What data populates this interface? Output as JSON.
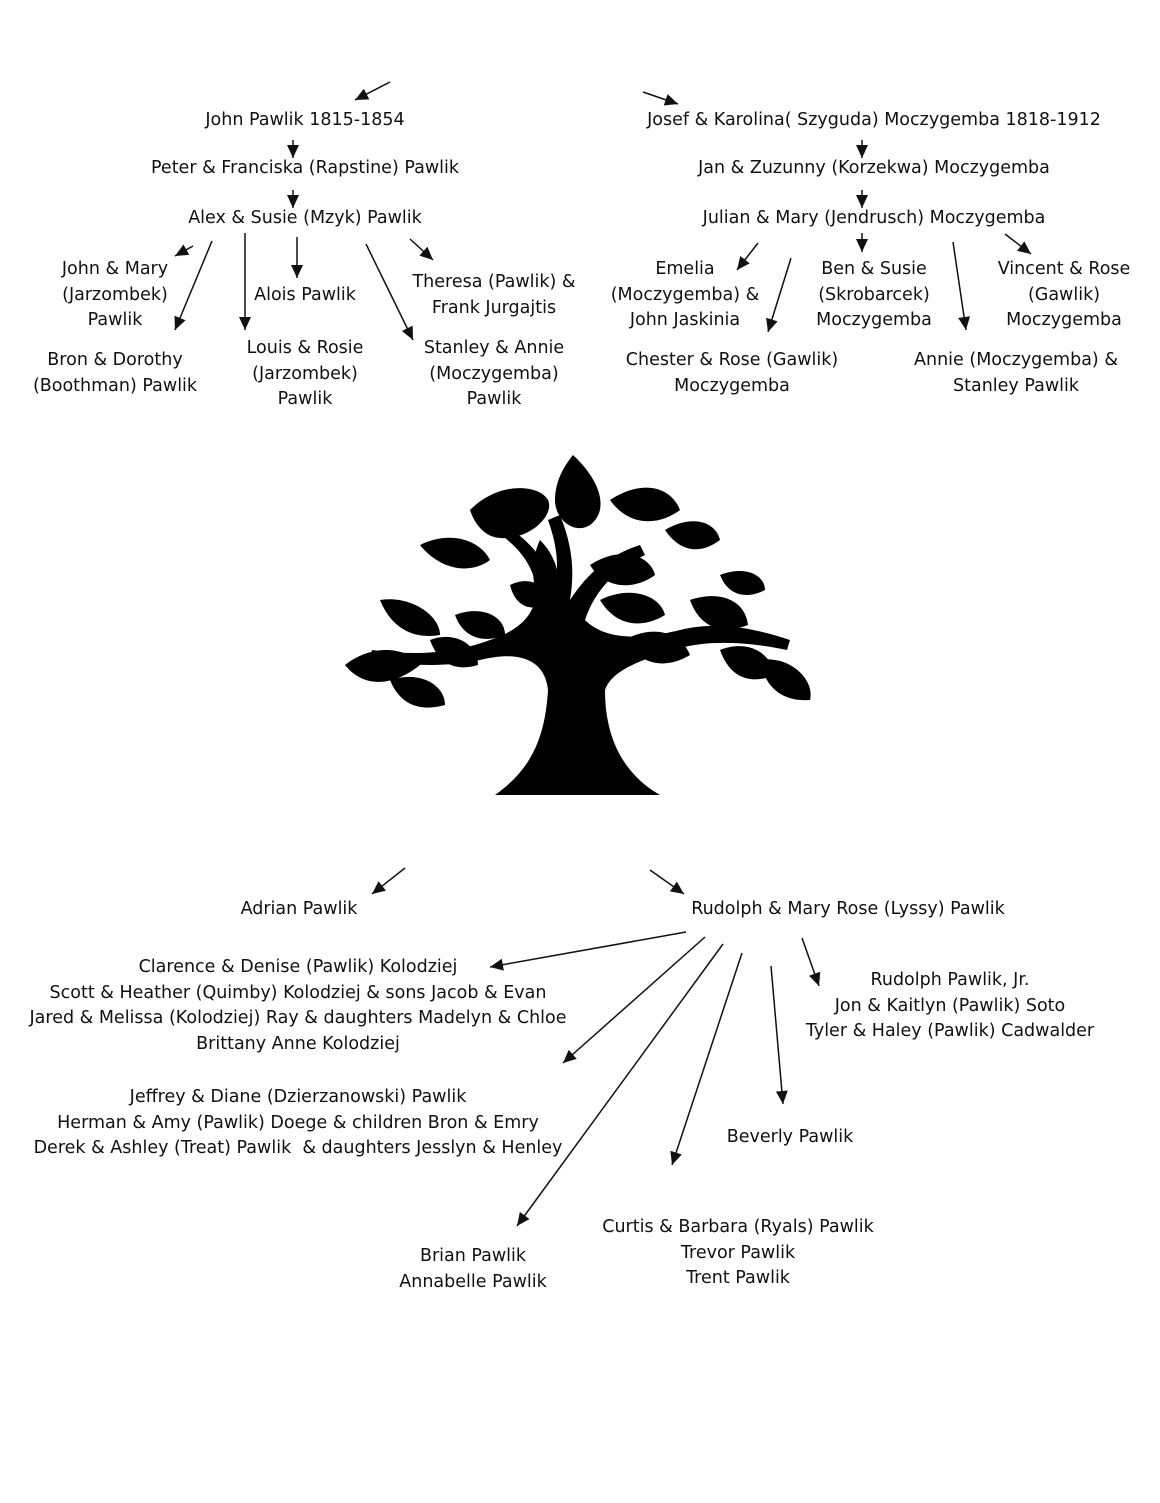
{
  "colors": {
    "ink": "#111111",
    "tree": "#000000",
    "background": "#ffffff"
  },
  "pawlik_line": {
    "gen1": "John Pawlik 1815-1854",
    "gen2": "Peter & Franciska (Rapstine) Pawlik",
    "gen3": "Alex & Susie (Mzyk) Pawlik",
    "children": {
      "john_mary": "John & Mary\n(Jarzombek)\nPawlik",
      "alois": "Alois Pawlik",
      "theresa_frank": "Theresa (Pawlik) &\nFrank Jurgajtis",
      "bron_dorothy": "Bron & Dorothy\n(Boothman) Pawlik",
      "louis_rosie": "Louis & Rosie\n(Jarzombek)\nPawlik",
      "stanley_annie": "Stanley & Annie\n(Moczygemba)\nPawlik"
    }
  },
  "moczygemba_line": {
    "gen1": "Josef & Karolina( Szyguda) Moczygemba 1818-1912",
    "gen2": "Jan & Zuzunny (Korzekwa) Moczygemba",
    "gen3": "Julian & Mary (Jendrusch) Moczygemba",
    "children": {
      "emelia": "Emelia\n(Moczygemba) &\nJohn Jaskinia",
      "ben_susie": "Ben & Susie\n(Skrobarcek)\nMoczygemba",
      "vincent_rose": "Vincent & Rose\n(Gawlik)\nMoczygemba",
      "chester_rose": "Chester & Rose (Gawlik)\nMoczygemba",
      "annie_stanley": "Annie (Moczygemba) &\nStanley Pawlik"
    }
  },
  "descendants": {
    "adrian": "Adrian Pawlik",
    "rudolph": "Rudolph & Mary Rose (Lyssy) Pawlik",
    "clarence_group": "Clarence & Denise (Pawlik) Kolodziej\nScott & Heather (Quimby) Kolodziej & sons Jacob & Evan\nJared & Melissa (Kolodziej) Ray & daughters Madelyn & Chloe\nBrittany Anne Kolodziej",
    "rudolph_jr_group": "Rudolph Pawlik, Jr.\nJon & Kaitlyn (Pawlik) Soto\nTyler & Haley (Pawlik) Cadwalder",
    "jeffrey_group": "Jeffrey & Diane (Dzierzanowski) Pawlik\nHerman & Amy (Pawlik) Doege & children Bron & Emry\nDerek & Ashley (Treat) Pawlik  & daughters Jesslyn & Henley",
    "beverly": "Beverly Pawlik",
    "curtis_group": "Curtis & Barbara (Ryals) Pawlik\nTrevor Pawlik\nTrent Pawlik",
    "brian_group": "Brian Pawlik\nAnnabelle Pawlik"
  },
  "tree_icon": "tree-silhouette-icon"
}
